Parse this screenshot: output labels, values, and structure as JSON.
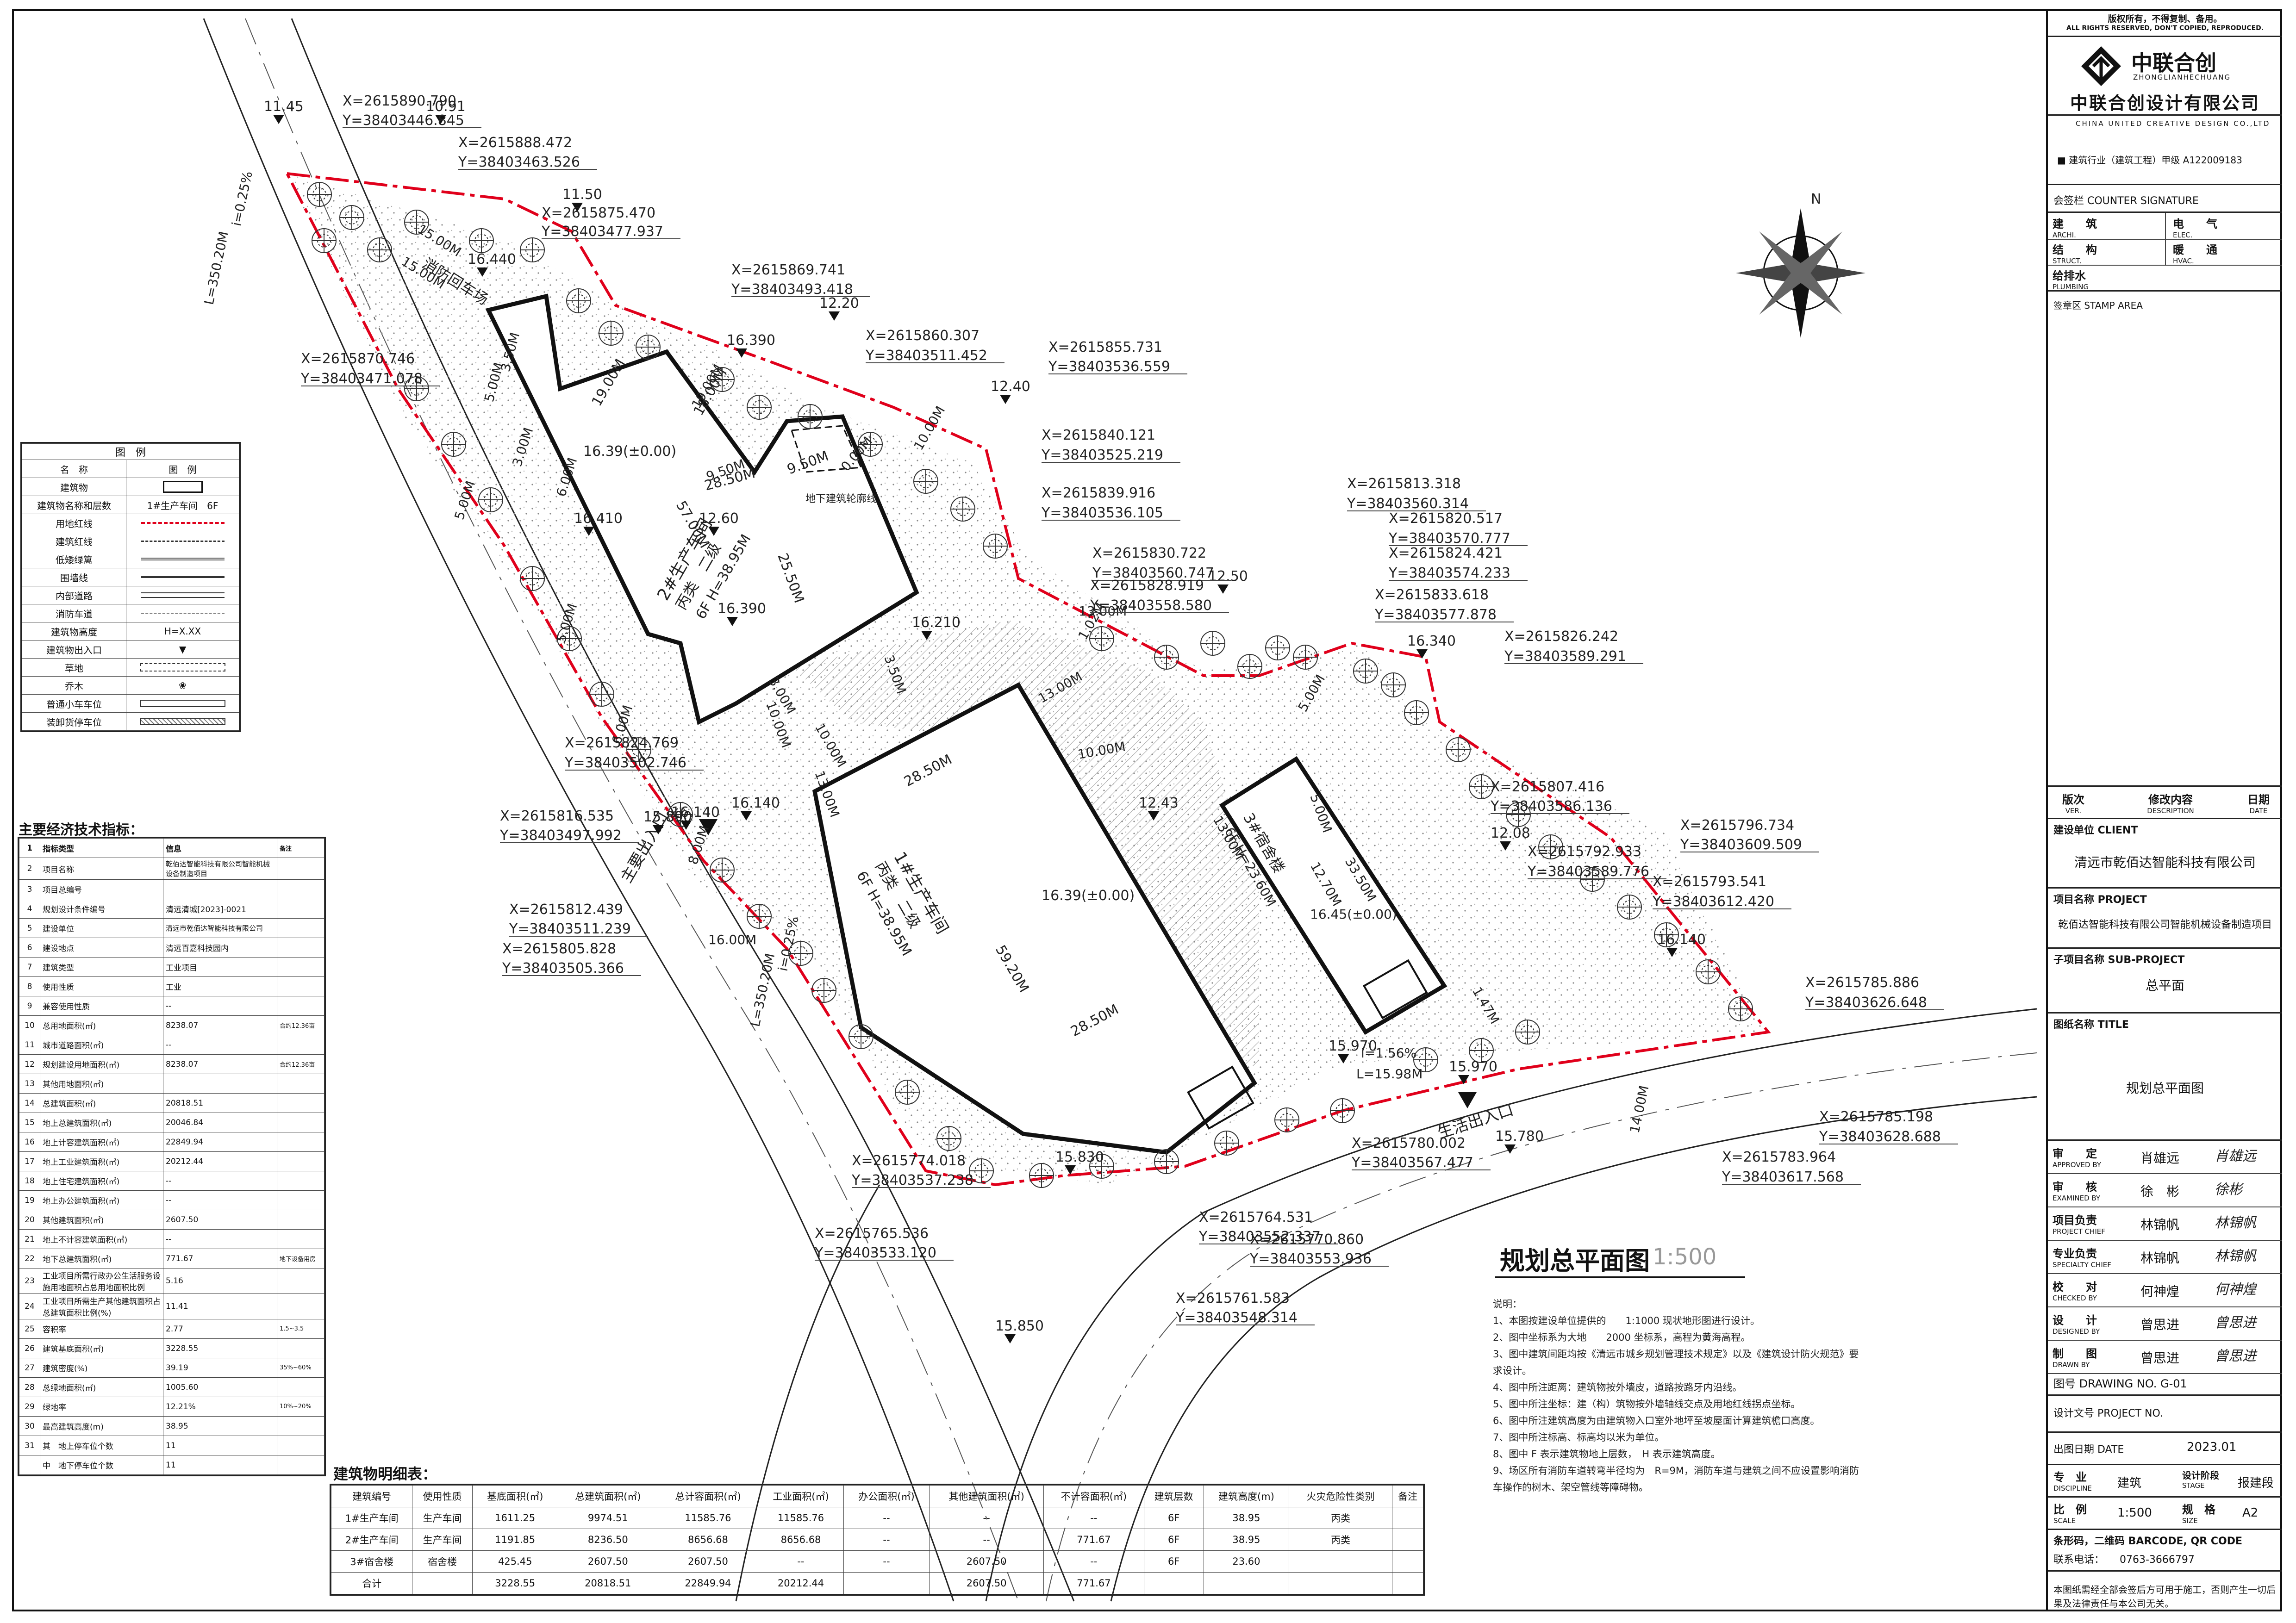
{
  "copyright": {
    "cn": "版权所有，不得复制、备用。",
    "en": "ALL RIGHTS RESERVED, DON'T COPIED, REPRODUCED."
  },
  "company": {
    "logo_cn": "中联合创",
    "logo_en": "ZHONGLIANHECHUANG",
    "name_cn": "中联合创设计有限公司",
    "name_en": "CHINA UNITED CREATIVE DESIGN CO.,LTD",
    "qualification": "■ 建筑行业（建筑工程）甲级 A122009183"
  },
  "counter_sign": {
    "title": "会签栏 COUNTER SIGNATURE",
    "items": [
      {
        "cn": "建　　筑",
        "en": "ARCHI."
      },
      {
        "cn": "电　　气",
        "en": "ELEC."
      },
      {
        "cn": "结　　构",
        "en": "STRUCT."
      },
      {
        "cn": "暖　　通",
        "en": "HVAC."
      },
      {
        "cn": "给排水",
        "en": "PLUMBING"
      }
    ]
  },
  "stamp_area": "签章区 STAMP AREA",
  "revision": {
    "ver_cn": "版次",
    "ver_en": "VER.",
    "desc_cn": "修改内容",
    "desc_en": "DESCRIPTION",
    "date_cn": "日期",
    "date_en": "DATE"
  },
  "client": {
    "label": "建设单位 CLIENT",
    "value": "清远市乾佰达智能科技有限公司"
  },
  "project": {
    "label": "项目名称 PROJECT",
    "value": "乾佰达智能科技有限公司智能机械设备制造项目"
  },
  "sub_project": {
    "label": "子项目名称 SUB-PROJECT",
    "value": "总平面"
  },
  "drawing_title": {
    "label": "图纸名称 TITLE",
    "value": "规划总平面图"
  },
  "signatures": [
    {
      "cn": "审　　定",
      "en": "APPROVED BY",
      "name": "肖雄远",
      "sig": "肖雄远"
    },
    {
      "cn": "审　　核",
      "en": "EXAMINED BY",
      "name": "徐　彬",
      "sig": "徐彬"
    },
    {
      "cn": "项目负责",
      "en": "PROJECT CHIEF",
      "name": "林锦帆",
      "sig": "林锦帆"
    },
    {
      "cn": "专业负责",
      "en": "SPECIALTY CHIEF",
      "name": "林锦帆",
      "sig": "林锦帆"
    },
    {
      "cn": "校　　对",
      "en": "CHECKED BY",
      "name": "何神煌",
      "sig": "何神煌"
    },
    {
      "cn": "设　　计",
      "en": "DESIGNED BY",
      "name": "曾思进",
      "sig": "曾思进"
    },
    {
      "cn": "制　　图",
      "en": "DRAWN BY",
      "name": "曾思进",
      "sig": "曾思进"
    }
  ],
  "drawing_no": "图号 DRAWING NO.  G-01",
  "project_no": "设计文号 PROJECT NO.",
  "date": {
    "label": "出图日期 DATE",
    "value": "2023.01"
  },
  "discipline": {
    "label_cn": "专　业",
    "label_en": "DISCIPLINE",
    "value": "建筑",
    "stage_cn": "设计阶段",
    "stage_en": "STAGE",
    "stage": "报建段"
  },
  "scale": {
    "label_cn": "比　例",
    "label_en": "SCALE",
    "value": "1:500",
    "size_cn": "规　格",
    "size_en": "SIZE",
    "size": "A2"
  },
  "barcode": {
    "label": "条形码，二维码 BARCODE, QR CODE",
    "contact": "联系电话：　　0763-3666797"
  },
  "disclaimer": "本图纸需经全部会签后方可用于施工，否则产生一切后果及法律责任与本公司无关。",
  "north": "N",
  "legend": {
    "title": "图　例",
    "head_name": "名　称",
    "head_sym": "图　例",
    "rows": [
      {
        "name": "建筑物",
        "sym": ""
      },
      {
        "name": "建筑物名称和层数",
        "sym": "1#生产车间　6F"
      },
      {
        "name": "用地红线",
        "sym": ""
      },
      {
        "name": "建筑红线",
        "sym": ""
      },
      {
        "name": "低矮绿篱",
        "sym": ""
      },
      {
        "name": "围墙线",
        "sym": ""
      },
      {
        "name": "内部道路",
        "sym": ""
      },
      {
        "name": "消防车道",
        "sym": ""
      },
      {
        "name": "建筑物高度",
        "sym": "H=X.XX"
      },
      {
        "name": "建筑物出入口",
        "sym": "▼"
      },
      {
        "name": "草地",
        "sym": ""
      },
      {
        "name": "乔木",
        "sym": "❀"
      },
      {
        "name": "普通小车车位",
        "sym": ""
      },
      {
        "name": "装卸货停车位",
        "sym": ""
      }
    ]
  },
  "indicators": {
    "title": "主要经济技术指标：",
    "head": [
      "",
      "指标类型",
      "信息",
      "备注"
    ],
    "rows": [
      [
        "1",
        "指标类型",
        "信息",
        "备注"
      ],
      [
        "2",
        "项目名称",
        "乾佰达智能科技有限公司智能机械设备制造项目",
        ""
      ],
      [
        "3",
        "项目总编号",
        "",
        ""
      ],
      [
        "4",
        "规划设计条件编号",
        "清远清城[2023]-0021",
        ""
      ],
      [
        "5",
        "建设单位",
        "清远市乾佰达智能科技有限公司",
        ""
      ],
      [
        "6",
        "建设地点",
        "清远百嘉科技园内",
        ""
      ],
      [
        "7",
        "建筑类型",
        "工业项目",
        ""
      ],
      [
        "8",
        "使用性质",
        "工业",
        ""
      ],
      [
        "9",
        "兼容使用性质",
        "--",
        ""
      ],
      [
        "10",
        "总用地面积(㎡)",
        "8238.07",
        "合约12.36亩"
      ],
      [
        "11",
        "城市道路面积(㎡)",
        "--",
        ""
      ],
      [
        "12",
        "规划建设用地面积(㎡)",
        "8238.07",
        "合约12.36亩"
      ],
      [
        "13",
        "其他用地面积(㎡)",
        "",
        ""
      ],
      [
        "14",
        "总建筑面积(㎡)",
        "20818.51",
        ""
      ],
      [
        "15",
        "地上总建筑面积(㎡)",
        "20046.84",
        ""
      ],
      [
        "16",
        "地上计容建筑面积(㎡)",
        "22849.94",
        ""
      ],
      [
        "17",
        "地上工业建筑面积(㎡)",
        "20212.44",
        ""
      ],
      [
        "18",
        "地上住宅建筑面积(㎡)",
        "--",
        ""
      ],
      [
        "19",
        "地上办公建筑面积(㎡)",
        "--",
        ""
      ],
      [
        "20",
        "其他建筑面积(㎡)",
        "2607.50",
        ""
      ],
      [
        "21",
        "地上不计容建筑面积(㎡)",
        "--",
        ""
      ],
      [
        "22",
        "地下总建筑面积(㎡)",
        "771.67",
        "地下设备用房"
      ],
      [
        "23",
        "工业项目所需行政办公生活服务设施用地面积占总用地面积比例",
        "5.16",
        ""
      ],
      [
        "24",
        "工业项目所需生产其他建筑面积占总建筑面积比例(%)",
        "11.41",
        ""
      ],
      [
        "25",
        "容积率",
        "2.77",
        "1.5~3.5"
      ],
      [
        "26",
        "建筑基底面积(㎡)",
        "3228.55",
        ""
      ],
      [
        "27",
        "建筑密度(%)",
        "39.19",
        "35%~60%"
      ],
      [
        "28",
        "总绿地面积(㎡)",
        "1005.60",
        ""
      ],
      [
        "29",
        "绿地率",
        "12.21%",
        "10%~20%"
      ],
      [
        "30",
        "最高建筑高度(m)",
        "38.95",
        ""
      ],
      [
        "31",
        "其　地上停车位个数",
        "11",
        ""
      ],
      [
        "",
        "中　地下停车位个数",
        "11",
        ""
      ]
    ]
  },
  "building_table": {
    "title": "建筑物明细表：",
    "head": [
      "建筑编号",
      "使用性质",
      "基底面积(㎡)",
      "总建筑面积(㎡)",
      "总计容面积(㎡)",
      "工业面积(㎡)",
      "办公面积(㎡)",
      "其他建筑面积(㎡)",
      "不计容面积(㎡)",
      "建筑层数",
      "建筑高度(m)",
      "火灾危险性类别",
      "备注"
    ],
    "rows": [
      [
        "1#生产车间",
        "生产车间",
        "1611.25",
        "9974.51",
        "11585.76",
        "11585.76",
        "--",
        "--",
        "--",
        "6F",
        "38.95",
        "丙类",
        ""
      ],
      [
        "2#生产车间",
        "生产车间",
        "1191.85",
        "8236.50",
        "8656.68",
        "8656.68",
        "--",
        "--",
        "771.67",
        "6F",
        "38.95",
        "丙类",
        ""
      ],
      [
        "3#宿舍楼",
        "宿舍楼",
        "425.45",
        "2607.50",
        "2607.50",
        "--",
        "--",
        "2607.50",
        "--",
        "6F",
        "23.60",
        "",
        ""
      ],
      [
        "合计",
        "",
        "3228.55",
        "20818.51",
        "22849.94",
        "20212.44",
        "",
        "2607.50",
        "771.67",
        "",
        "",
        "",
        ""
      ]
    ]
  },
  "plan_title": {
    "title": "规划总平面图",
    "scale": "1:500"
  },
  "notes": [
    "说明：",
    "1、本图按建设单位提供的　　1:1000 现状地形图进行设计。",
    "2、图中坐标系为大地　　2000 坐标系，高程为黄海高程。",
    "3、图中建筑间距均按《清远市城乡规划管理技术规定》以及《建筑设计防火规范》要求设计。",
    "4、图中所注距离：建筑物按外墙皮，道路按路牙内沿线。",
    "5、图中所注坐标：建（构）筑物按外墙轴线交点及用地红线拐点坐标。",
    "6、图中所注建筑高度为由建筑物入口室外地坪至坡屋面计算建筑檐口高度。",
    "7、图中所注标高、标高均以米为单位。",
    "8、图中 F 表示建筑物地上层数，　H 表示建筑高度。",
    "9、场区所有消防车道转弯半径均为　R=9M，消防车道与建筑之间不应设置影响消防车操作的树木、架空管线等障碍物。"
  ],
  "buildings": {
    "b1": {
      "name": "1#生产车间",
      "cls": "丙类　二级",
      "info": "6F  H=38.95M",
      "elev": "16.39(±0.00)",
      "d1": "28.50M",
      "d2": "59.20M",
      "d3": "28.50M"
    },
    "b2": {
      "name": "2#生产车间",
      "cls": "丙类　二级",
      "info": "6F  H=38.95M",
      "elev": "16.39(±0.00)",
      "d1": "19.00M",
      "d2": "18.00M",
      "d3": "57.00M",
      "d4": "28.50M",
      "d5": "25.50M",
      "d6": "9.50M",
      "basement": "地下建筑轮廓线"
    },
    "b3": {
      "name": "3#宿舍楼",
      "info": "6F  H=23.60M",
      "elev": "16.45(±0.00)",
      "d1": "12.70M",
      "d2": "33.50M"
    }
  },
  "entrances": {
    "main": "主要出入口",
    "life": "生活出入口",
    "fire": "消防回车场"
  },
  "road_labels": {
    "w1": "L=350.20M",
    "w2": "i=0.25%",
    "w3": "L=350.20M",
    "w4": "i=0.25%",
    "s1": "i=1.56%",
    "s2": "L=15.98M",
    "s3": "14.00M",
    "s4": "16.00M"
  },
  "elevations": [
    "11.45",
    "10.91",
    "11.50",
    "16.440",
    "12.20",
    "16.390",
    "12.40",
    "12.60",
    "12.50",
    "16.340",
    "16.210",
    "12.43",
    "12.08",
    "16.140",
    "15.970",
    "15.890",
    "16.140",
    "16.140",
    "15.830",
    "15.970",
    "15.780",
    "15.850",
    "16.410",
    "16.390"
  ],
  "dims": [
    "15.00M",
    "15.00M",
    "3.00M",
    "5.00M",
    "5.00M",
    "6.00M",
    "8.00M",
    "3.00M",
    "13.00M",
    "10.00M",
    "13.00M",
    "10.00M",
    "13.00M",
    "5.00M",
    "5.00M",
    "3.50M",
    "10.00M",
    "1.47M",
    "5.00M",
    "9.50M",
    "0.00M",
    "10.00M",
    "19.00M",
    "1.02M",
    "3.50M",
    "6.00M",
    "13.00M"
  ],
  "coords": [
    "X=2615890.790",
    "Y=38403446.845",
    "X=2615888.472",
    "Y=38403463.526",
    "X=2615875.470",
    "Y=38403477.937",
    "X=2615869.741",
    "Y=38403493.418",
    "X=2615870.746",
    "Y=38403471.078",
    "X=2615860.307",
    "Y=38403511.452",
    "X=2615855.731",
    "Y=38403536.559",
    "X=2615840.121",
    "Y=38403525.219",
    "X=2615839.916",
    "Y=38403536.105",
    "X=2615813.318",
    "Y=38403560.314",
    "X=2615820.517",
    "Y=38403570.777",
    "X=2615824.421",
    "Y=38403574.233",
    "X=2615833.618",
    "Y=38403577.878",
    "X=2615830.722",
    "Y=38403560.747",
    "X=2615828.919",
    "Y=38403558.580",
    "X=2615826.242",
    "Y=38403589.291",
    "X=2615824.769",
    "Y=38403502.746",
    "X=2615816.535",
    "Y=38403497.992",
    "X=2615807.416",
    "Y=38403586.136",
    "X=2615796.734",
    "Y=38403609.509",
    "X=2615792.933",
    "Y=38403589.776",
    "X=2615793.541",
    "Y=38403612.420",
    "X=2615812.439",
    "Y=38403511.239",
    "X=2615805.828",
    "Y=38403505.366",
    "X=2615785.886",
    "Y=38403626.648",
    "X=2615785.198",
    "Y=38403628.688",
    "X=2615783.964",
    "Y=38403617.568",
    "X=2615780.002",
    "Y=38403567.477",
    "X=2615774.018",
    "Y=38403537.238",
    "X=2615765.536",
    "Y=38403533.120",
    "X=2615764.531",
    "Y=38403552.337",
    "X=2615770.860",
    "Y=38403553.936",
    "X=2615761.583",
    "Y=38403548.314"
  ]
}
